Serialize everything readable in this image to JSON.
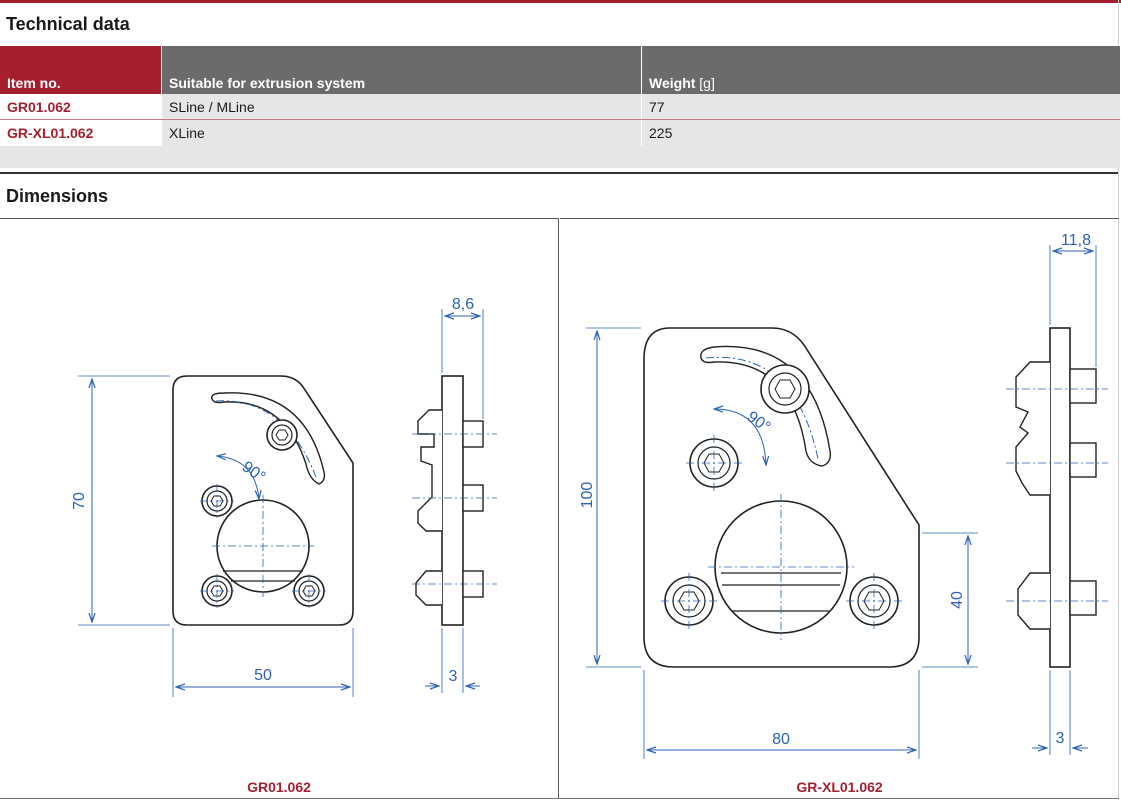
{
  "technical_data": {
    "title": "Technical data",
    "columns": {
      "item_no": "Item no.",
      "system": "Suitable for extrusion system",
      "weight": "Weight",
      "weight_unit": "[g]"
    },
    "rows": [
      {
        "item_no": "GR01.062",
        "system": "SLine / MLine",
        "weight": "77"
      },
      {
        "item_no": "GR-XL01.062",
        "system": "XLine",
        "weight": "225"
      }
    ]
  },
  "dimensions": {
    "title": "Dimensions",
    "left": {
      "caption": "GR01.062",
      "height": "70",
      "width": "50",
      "angle": "90°",
      "side_depth": "8,6",
      "side_thickness": "3"
    },
    "right": {
      "caption": "GR-XL01.062",
      "height": "100",
      "width": "80",
      "lower_height": "40",
      "angle": "90°",
      "side_depth": "11,8",
      "side_thickness": "3"
    }
  },
  "colors": {
    "brand_red": "#a5202f",
    "header_gray": "#6b6b6b",
    "row_gray": "#e6e6e6",
    "dimension_blue": "#2b62b3"
  }
}
